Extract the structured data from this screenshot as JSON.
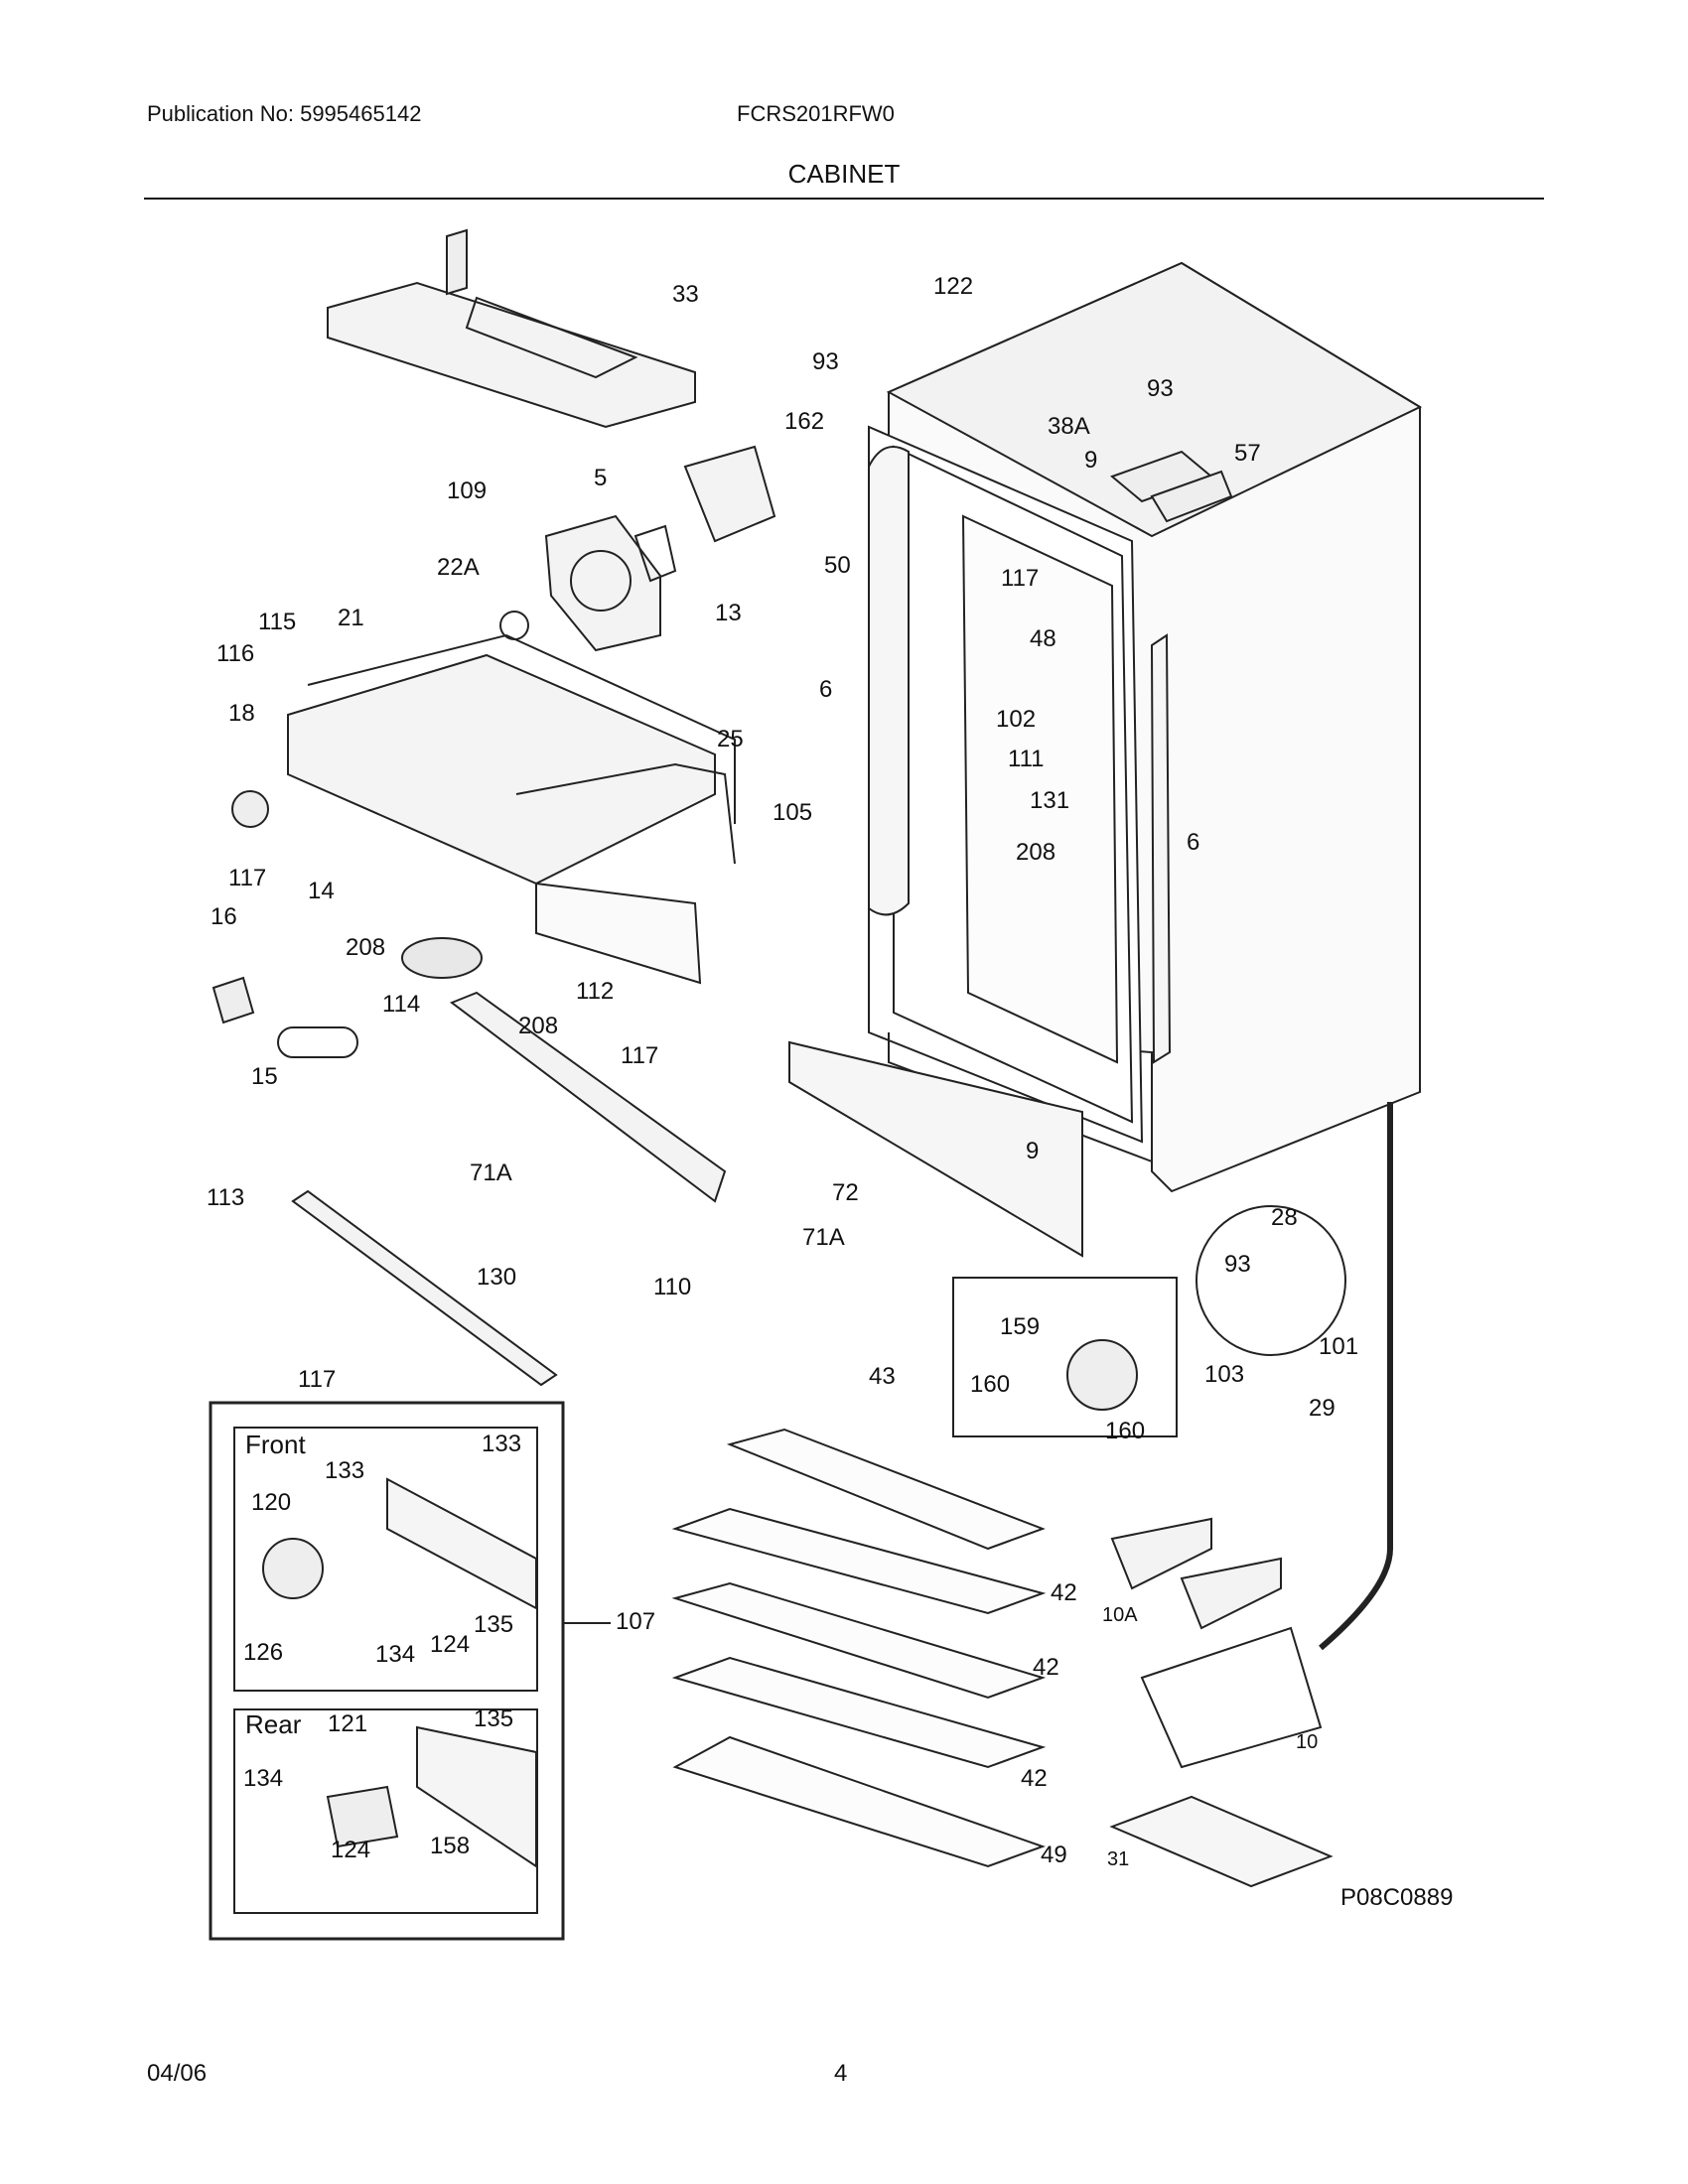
{
  "header": {
    "publication": "Publication No: 5995465142",
    "model": "FCRS201RFW0",
    "section": "CABINET"
  },
  "footer": {
    "date": "04/06",
    "page": "4"
  },
  "figure_code": "P08C0889",
  "inset_front": {
    "title": "Front"
  },
  "inset_rear": {
    "title": "Rear"
  },
  "callouts": {
    "c33": "33",
    "c122": "122",
    "c93a": "93",
    "c162": "162",
    "c93b": "93",
    "c38A": "38A",
    "c57": "57",
    "c109": "109",
    "c5": "5",
    "c9a": "9",
    "c50": "50",
    "c22A": "22A",
    "c13": "13",
    "c117a": "117",
    "c115": "115",
    "c21": "21",
    "c48": "48",
    "c116": "116",
    "c6a": "6",
    "c25": "25",
    "c102": "102",
    "c18": "18",
    "c111": "111",
    "c105": "105",
    "c131": "131",
    "c6b": "6",
    "c117b": "117",
    "c14": "14",
    "c208a": "208",
    "c16": "16",
    "c208b": "208",
    "c112": "112",
    "c114": "114",
    "c208c": "208",
    "c117c": "117",
    "c15": "15",
    "c9b": "9",
    "c71Aa": "71A",
    "c72": "72",
    "c28": "28",
    "c113": "113",
    "c71Ab": "71A",
    "c93c": "93",
    "c130": "130",
    "c110": "110",
    "c159": "159",
    "c101": "101",
    "c103": "103",
    "c160a": "160",
    "c117d": "117",
    "c43": "43",
    "c29": "29",
    "c160b": "160",
    "c133a": "133",
    "c133b": "133",
    "c120": "120",
    "c42a": "42",
    "c10A": "10A",
    "c107": "107",
    "c135a": "135",
    "c126": "126",
    "c134a": "134",
    "c124a": "124",
    "c42b": "42",
    "c10": "10",
    "c135b": "135",
    "c121": "121",
    "c134b": "134",
    "c42c": "42",
    "c124b": "124",
    "c158": "158",
    "c49": "49",
    "c31": "31"
  }
}
